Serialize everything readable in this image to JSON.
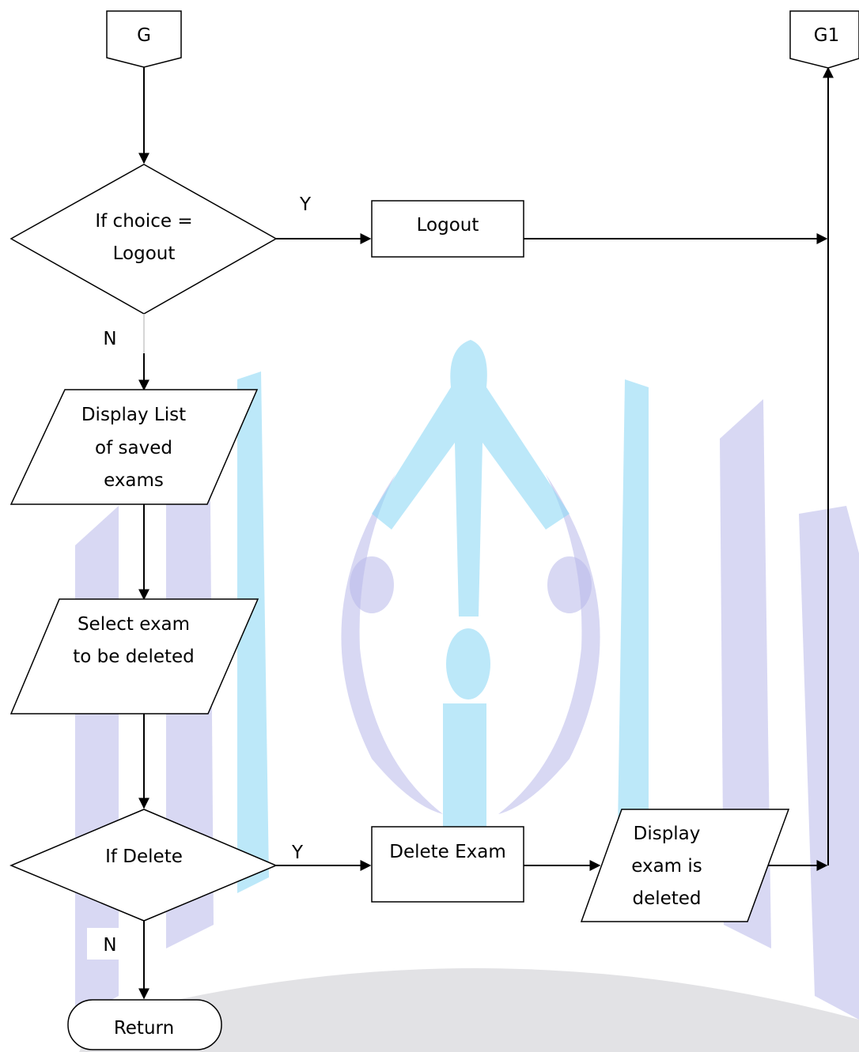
{
  "connectors": {
    "top_left": "G",
    "top_right": "G1"
  },
  "decision_logout": {
    "line1": "If choice =",
    "line2": "Logout"
  },
  "process_logout": "Logout",
  "branch_labels": {
    "logout_yes": "Y",
    "logout_no": "N",
    "delete_yes": "Y",
    "delete_no": "N"
  },
  "io_display_list": {
    "line1": "Display List",
    "line2": "of saved",
    "line3": "exams"
  },
  "io_select_exam": {
    "line1": "Select exam",
    "line2": "to be deleted"
  },
  "decision_delete": "If Delete",
  "process_delete": "Delete Exam",
  "io_display_deleted": {
    "line1": "Display",
    "line2": "exam is",
    "line3": "deleted"
  },
  "terminator_return": "Return",
  "colors": {
    "watermark_lavender": "#b8b8ea",
    "watermark_cyan": "#8fd8f5",
    "watermark_gray": "#c6c6cc"
  }
}
